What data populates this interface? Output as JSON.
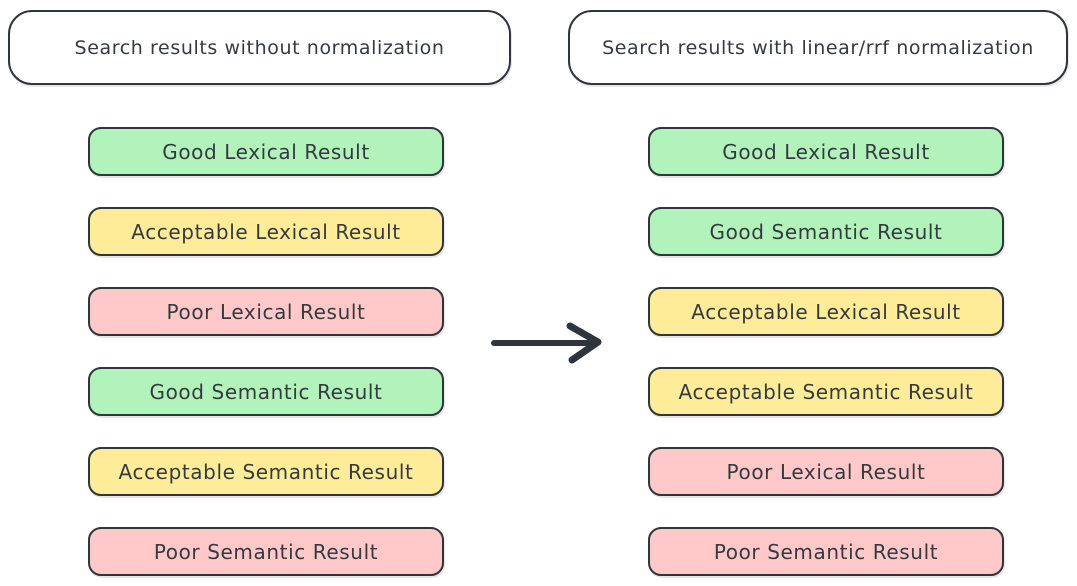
{
  "palette": {
    "green": "#b2f2bb",
    "yellow": "#ffec99",
    "pink": "#ffc9c9",
    "stroke": "#2f353d",
    "text": "#343a40",
    "background": "#ffffff"
  },
  "left_panel": {
    "title": "Search results without normalization",
    "boxes": [
      {
        "label": "Good Lexical Result",
        "color": "green",
        "color_hex": "#b2f2bb"
      },
      {
        "label": "Acceptable Lexical Result",
        "color": "yellow",
        "color_hex": "#ffec99"
      },
      {
        "label": "Poor Lexical Result",
        "color": "pink",
        "color_hex": "#ffc9c9"
      },
      {
        "label": "Good Semantic Result",
        "color": "green",
        "color_hex": "#b2f2bb"
      },
      {
        "label": "Acceptable Semantic Result",
        "color": "yellow",
        "color_hex": "#ffec99"
      },
      {
        "label": "Poor Semantic Result",
        "color": "pink",
        "color_hex": "#ffc9c9"
      }
    ]
  },
  "right_panel": {
    "title": "Search results with linear/rrf normalization",
    "boxes": [
      {
        "label": "Good Lexical Result",
        "color": "green",
        "color_hex": "#b2f2bb"
      },
      {
        "label": "Good Semantic Result",
        "color": "green",
        "color_hex": "#b2f2bb"
      },
      {
        "label": "Acceptable Lexical Result",
        "color": "yellow",
        "color_hex": "#ffec99"
      },
      {
        "label": "Acceptable Semantic Result",
        "color": "yellow",
        "color_hex": "#ffec99"
      },
      {
        "label": "Poor Lexical Result",
        "color": "pink",
        "color_hex": "#ffc9c9"
      },
      {
        "label": "Poor Semantic Result",
        "color": "pink",
        "color_hex": "#ffc9c9"
      }
    ]
  },
  "arrow": {
    "direction": "right",
    "meaning": "transformation from un-normalized to normalized ranking"
  }
}
